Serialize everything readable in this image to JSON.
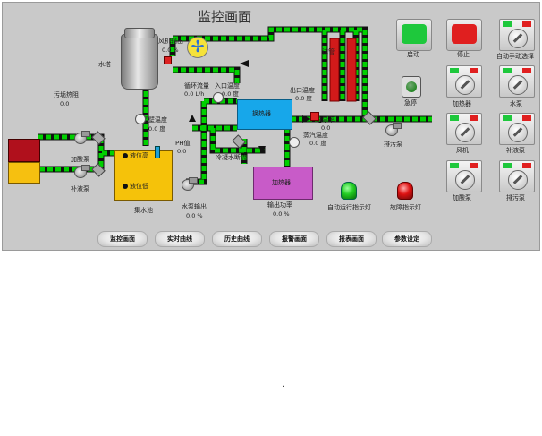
{
  "title": "监控画面",
  "cooling_tower": {
    "label": "水塔",
    "fan_label": "风机输出",
    "fan_value": "0.0 %"
  },
  "labels": {
    "sewage_heat": "污垢热阻",
    "sewage_heat_value": "0.0",
    "circ_flow": "循环流量",
    "circ_flow_value": "0.0 L/h",
    "inlet_temp": "入口温度",
    "inlet_temp_value": "0.0 度",
    "outlet_temp": "出口温度",
    "outlet_temp_value": "0.0 度",
    "test_tube": "试管",
    "wall_temp": "围壁温度",
    "wall_temp_value": "0.0 度",
    "conductivity": "电导率",
    "conductivity_value": "0.0",
    "steam_temp": "蒸汽温度",
    "steam_temp_value": "0.0 度",
    "ph": "PH值",
    "ph_value": "0.0",
    "cond_water": "冷凝水断流",
    "heat_exchanger": "换热器",
    "heater": "加热器",
    "output_power": "输出功率",
    "output_power_value": "0.0 %",
    "level_high": "液位高",
    "level_low": "液位低",
    "sump": "集水池",
    "pump_output": "水泵输出",
    "pump_output_value": "0.0 %",
    "acid_pump": "加酸泵",
    "make_up_pump": "补液泵",
    "drain_pump": "排污泵",
    "run_lamp": "自动运行指示灯",
    "fault_lamp": "故障指示灯"
  },
  "controls": {
    "start": "启动",
    "stop": "停止",
    "estop": "急停",
    "auto_manual": "自动手动选择",
    "sel_heater": "加热器",
    "sel_pump": "水泵",
    "sel_fan": "风机",
    "sel_makeup": "补液泵",
    "sel_acid": "加酸泵",
    "sel_drain": "排污泵"
  },
  "nav": [
    "监控画面",
    "实时曲线",
    "历史曲线",
    "报警画面",
    "报表画面",
    "参数设定"
  ],
  "colors": {
    "panel": "#c9c9c9",
    "pipe_green": "#00d000",
    "heat_exchanger": "#17a7ea",
    "heater": "#c85bc8",
    "sump": "#f5c20a",
    "tank_red": "#b0101c",
    "tank_yellow": "#f6c010",
    "start_green": "#1ec83c",
    "stop_red": "#e01f1f",
    "run_lamp": "#22cc22",
    "fault_lamp": "#dd1111"
  },
  "footer_mark": "."
}
